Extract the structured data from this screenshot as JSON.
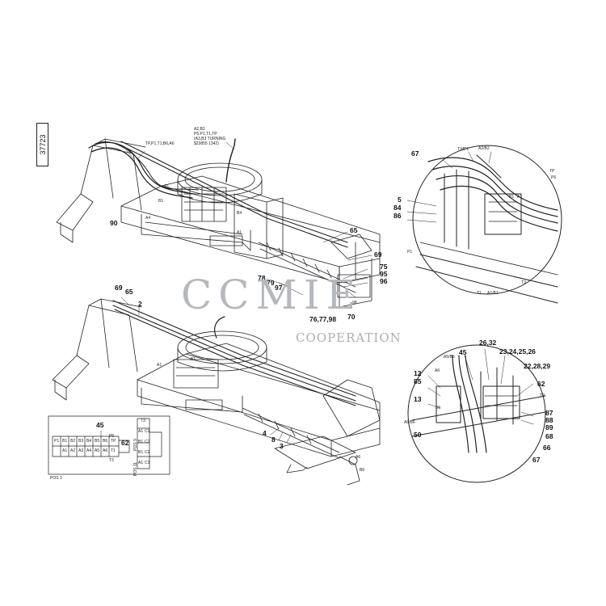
{
  "sheet_number": "37723",
  "watermark": {
    "main": "CCMIE",
    "sub": "COOPERATION",
    "color": "#b5b9bd"
  },
  "top_assembly": {
    "callouts": {
      "hose_group_a": "TP,P1,T1,B6,A6",
      "hose_group_b_1": "A2,B2",
      "hose_group_b_2": "P5,P1,T1,TP",
      "hose_group_b_3": "(A3,B3 TURNING",
      "hose_group_b_4": "$23855 1342)",
      "n90": "90",
      "n65": "65",
      "n69": "69",
      "n75": "75",
      "n95": "95",
      "n96": "96",
      "n78": "78",
      "n79": "79",
      "n97": "97",
      "n70": "70",
      "n98": "98",
      "n76": "76,77,98"
    },
    "ports": {
      "a4": "A4",
      "b1": "B1",
      "a1": "A1",
      "b4": "B4",
      "a1b": "A1"
    }
  },
  "detail_top": {
    "callouts": {
      "n67": "67",
      "n5": "5",
      "n84": "84",
      "n86": "86"
    },
    "ports": {
      "tmp1": "T,MP1",
      "a2b2": "A2/B2",
      "tp": "TP",
      "p6": "P6",
      "p1": "P1",
      "b1": "B1",
      "a1": "A1",
      "t1": "T1",
      "a1b1": "A1/B1",
      "t3": "T3"
    }
  },
  "bottom_assembly": {
    "callouts": {
      "n69": "69",
      "n65": "65",
      "n2": "2",
      "n4": "4",
      "n8": "8",
      "n3": "3"
    },
    "ports": {
      "a1": "A1",
      "b1": "B1",
      "a6": "A6",
      "b6": "B6"
    }
  },
  "detail_bottom": {
    "callouts": {
      "n45": "45",
      "n2632": "26,32",
      "n2326": "23,24,25,26",
      "n2229": "22,28,29",
      "n12": "12",
      "n85": "85",
      "n13": "13",
      "n50": "50",
      "n62": "62",
      "n87": "87",
      "n88": "88",
      "n89": "89",
      "n68": "68",
      "n66": "66",
      "n67": "67"
    },
    "ports": {
      "a5b5": "A5/B5",
      "a6": "A6",
      "b6": "B6",
      "a6b6": "A6/B6",
      "tp": "TP"
    }
  },
  "schematic": {
    "callout_45": "45",
    "callout_62": "62",
    "row1": [
      "P1",
      "B1",
      "B2",
      "B3",
      "B4",
      "B5",
      "B6",
      "TP"
    ],
    "row2": [
      "",
      "A1",
      "A2",
      "A3",
      "A4",
      "A5",
      "A6",
      "T1"
    ],
    "side_top": "P5",
    "side_bottom": "T3",
    "pos1": "POS 1",
    "pos9": "POS 9",
    "pos11": "POS 11",
    "right_top": "T3",
    "right_ports": [
      "A1",
      "C1",
      "B1",
      "C2",
      "B1",
      "C2",
      "A1",
      "C1"
    ]
  }
}
